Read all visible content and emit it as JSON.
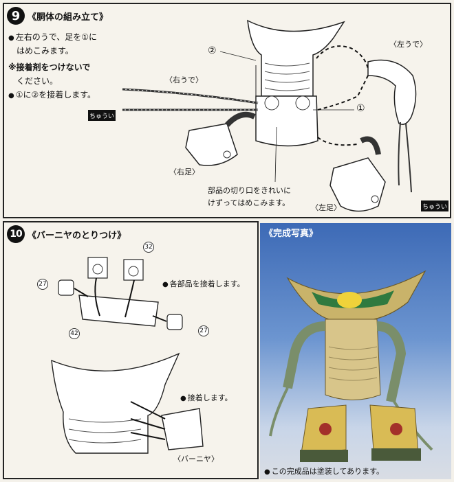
{
  "step9": {
    "number": "9",
    "title": "《胴体の組み立て》",
    "instruction1a": "左右のうで、足を①に",
    "instruction1b": "はめこみます。",
    "instruction2a": "※接着剤をつけないで",
    "instruction2b": "ください。",
    "instruction3": "①に②を接着します。",
    "label_left_arm": "〈左うで〉",
    "label_right_arm": "〈右うで〉",
    "label_right_leg": "〈右足〉",
    "label_left_leg": "〈左足〉",
    "note_a": "部品の切り口をきれいに",
    "note_b": "けずってはめこみます。",
    "part1": "①",
    "part2": "②",
    "caution_tag": "ちゅうい"
  },
  "step10": {
    "number": "10",
    "title": "《バーニヤのとりつけ》",
    "instruction1": "各部品を接着します。",
    "instruction2": "接着します。",
    "label_vernier": "〈バーニヤ〉",
    "part32": "32",
    "part27a": "27",
    "part27b": "27",
    "part42": "42"
  },
  "photo": {
    "title": "《完成写真》",
    "note": "この完成品は塗装してあります。"
  }
}
